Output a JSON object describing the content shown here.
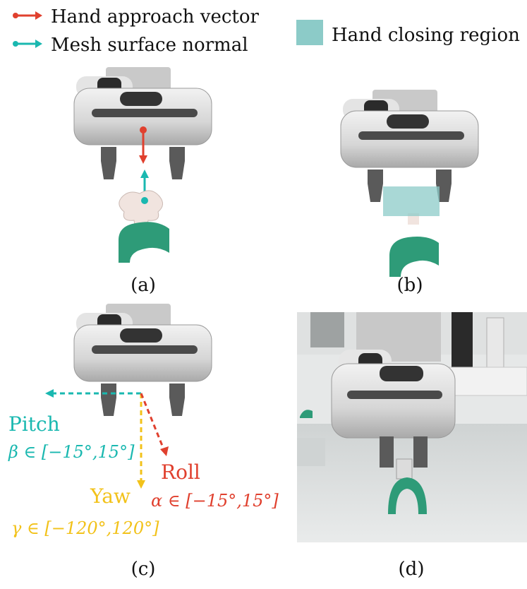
{
  "legend": {
    "approach_label": "Hand approach vector",
    "normal_label": "Mesh surface normal",
    "region_label": "Hand closing region"
  },
  "colors": {
    "approach": "#e0402e",
    "normal": "#1ab8b0",
    "region": "#8ccbc8",
    "yaw": "#f2c21a",
    "mesh": "#2e9b78",
    "gripper": "#d8d8d8"
  },
  "panels": {
    "a": "(a)",
    "b": "(b)",
    "c": "(c)",
    "d": "(d)"
  },
  "axes": {
    "pitch_name": "Pitch",
    "pitch_range": "β ∈ [−15°,15°]",
    "roll_name": "Roll",
    "roll_range": "α ∈ [−15°,15°]",
    "yaw_name": "Yaw",
    "yaw_range": "γ ∈ [−120°,120°]"
  }
}
